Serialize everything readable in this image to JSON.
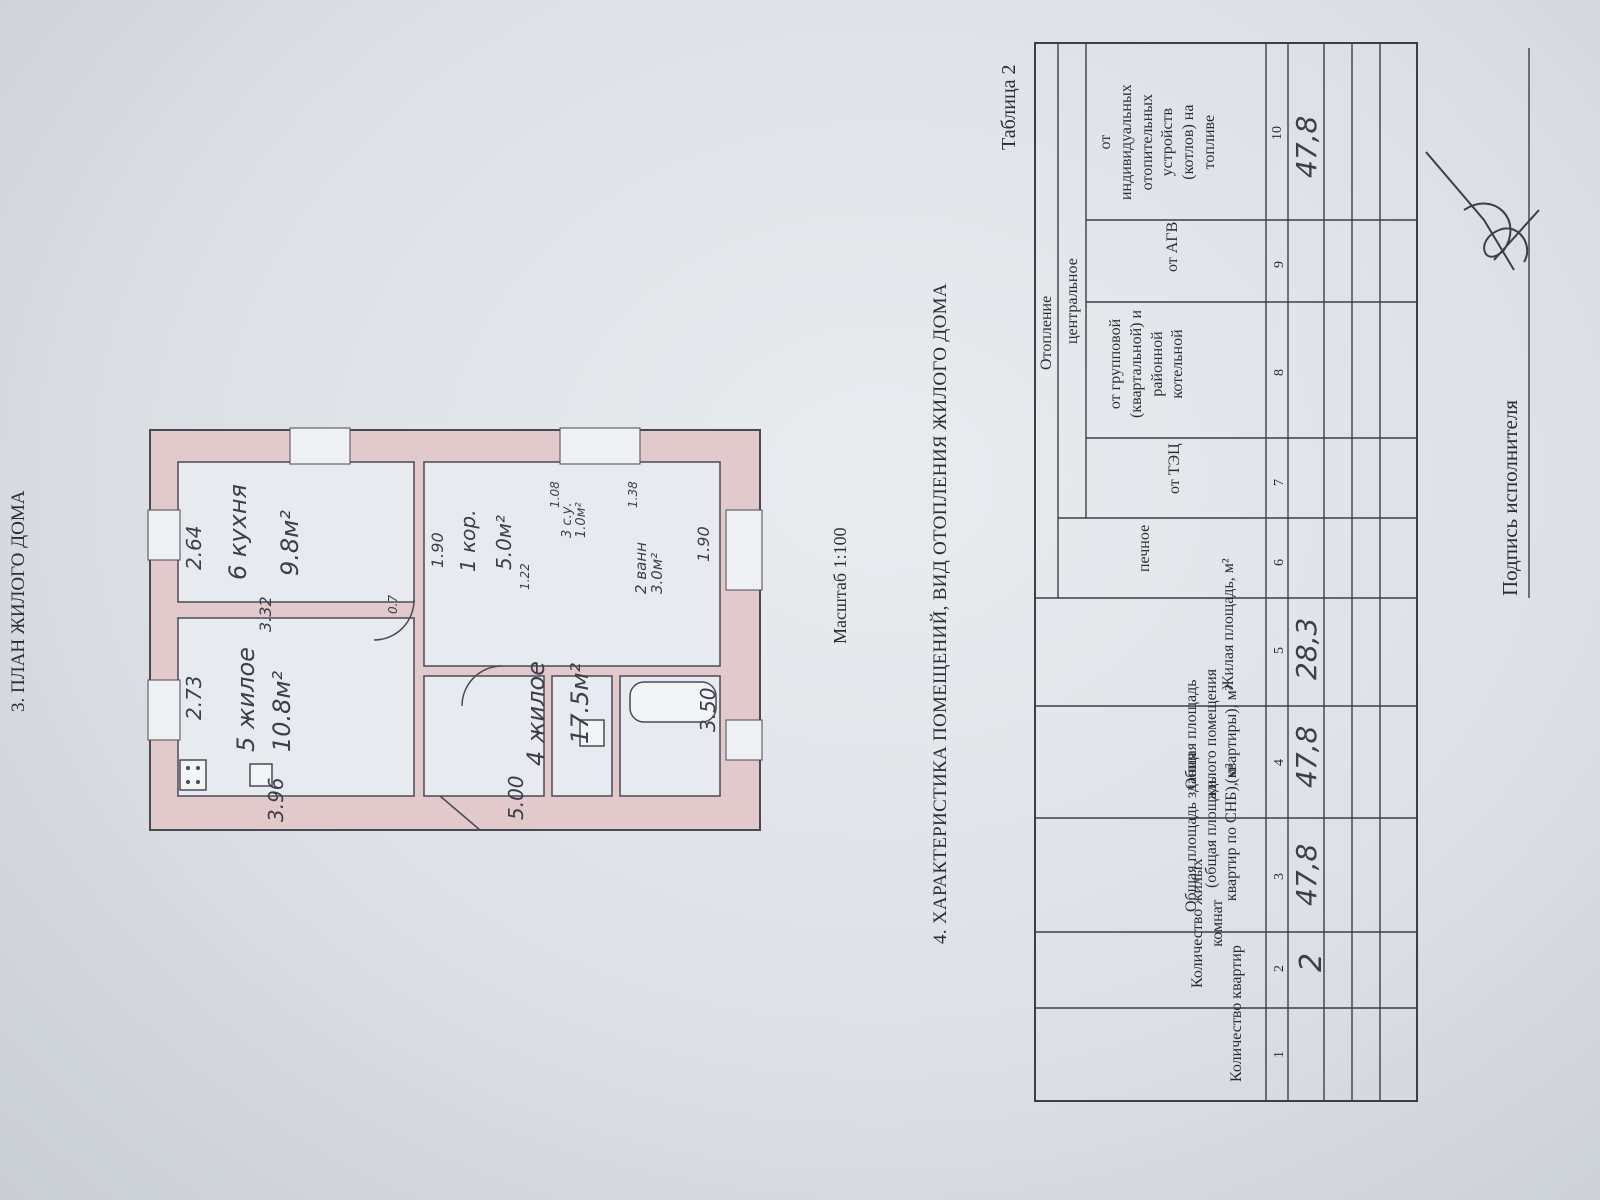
{
  "section3": {
    "title": "3. ПЛАН ЖИЛОГО ДОМА"
  },
  "plan": {
    "scale": "Масштаб 1:100",
    "rooms": [
      {
        "no": "5",
        "name": "жилое",
        "area": "10.8м²"
      },
      {
        "no": "4",
        "name": "жилое",
        "area": "17.5м²"
      },
      {
        "no": "6",
        "name": "кухня",
        "area": "9.8м²"
      },
      {
        "no": "1",
        "name": "кор.",
        "area": "5.0м²"
      },
      {
        "no": "2",
        "name": "ванн",
        "area": "3.0м²"
      },
      {
        "no": "3",
        "name": "с.у.",
        "area": "1.0м²"
      }
    ],
    "dims": {
      "d_273": "2.73",
      "d_396": "3.96",
      "d_264": "2.64",
      "d_332": "3.32",
      "d_350": "3.50",
      "d_500": "5.00",
      "d_190a": "1.90",
      "d_190b": "1.90",
      "d_108": "1.08",
      "d_138": "1.38",
      "d_07": "0.7",
      "d_122": "1.22"
    }
  },
  "section4": {
    "title": "4. ХАРАКТЕРИСТИКА ПОМЕЩЕНИЙ, ВИД ОТОПЛЕНИЯ ЖИЛОГО ДОМА"
  },
  "table": {
    "caption": "Таблица 2",
    "headers": {
      "h1": "Количество квартир",
      "h2": [
        "Количество жилых",
        "комнат"
      ],
      "h3": [
        "Общая площадь здания",
        "(общая площадь",
        "квартир по СНБ), м²"
      ],
      "h4": [
        "Общая площадь",
        "жилого помещения",
        "(квартиры), м²"
      ],
      "h5": "Жилая площадь, м²",
      "otoplenie": "Отопление",
      "pechnoe": "печное",
      "centralnoe": "центральное",
      "h7": "от ТЭЦ",
      "h8": [
        "от групповой",
        "(квартальной) и",
        "районной",
        "котельной"
      ],
      "h9": "от АГВ",
      "h10": [
        "от",
        "индивидуальных",
        "отопительных",
        "устройств",
        "(котлов) на",
        "топливе"
      ]
    },
    "col_numbers": [
      "1",
      "2",
      "3",
      "4",
      "5",
      "6",
      "7",
      "8",
      "9",
      "10"
    ],
    "row_values": {
      "c1": "",
      "c2": "2",
      "c3": "47,8",
      "c4": "47,8",
      "c5": "28,3",
      "c6": "",
      "c7": "",
      "c8": "",
      "c9": "",
      "c10": "47,8"
    }
  },
  "signature": {
    "label": "Подпись исполнителя"
  }
}
